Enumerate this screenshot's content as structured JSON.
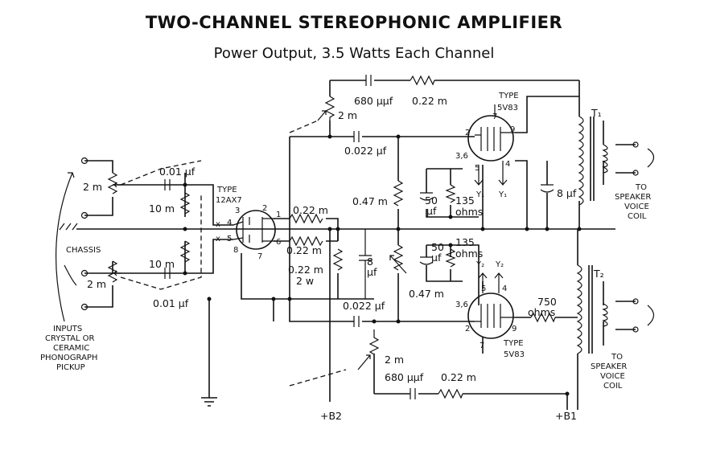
{
  "title": "TWO-CHANNEL STEREOPHONIC AMPLIFIER",
  "subtitle": "Power Output, 3.5 Watts Each Channel",
  "labels": {
    "c680_top": "680 µµf",
    "r022_top": "0.22 m",
    "pot2m_top": "2 m",
    "c0022_top": "0.022 µf",
    "type_5v83_top": "TYPE",
    "tube_5v83_top": "5V83",
    "t1": "T₁",
    "pot2m_in1": "2 m",
    "c001_1": "0.01 µf",
    "r10m_1": "10 m",
    "type_12ax7": "TYPE",
    "tube_12ax7": "12AX7",
    "r022_a": "0.22 m",
    "r022_b": "0.22 m",
    "r047_1": "0.47 m",
    "c50_1a": "50",
    "c50_1b": "µf",
    "r135_1a": "135",
    "r135_1b": "ohms",
    "c8_1": "8 µf",
    "chassis": "CHASSIS",
    "r10m_2": "10 m",
    "r022_c": "0.22 m",
    "r022_2w": "2 w",
    "c8_2a": "8",
    "c8_2b": "µf",
    "c50_2a": "50",
    "c50_2b": "µf",
    "r135_2a": "135",
    "r135_2b": "ohms",
    "pot2m_in2": "2 m",
    "c001_2": "0.01 µf",
    "r047_2": "0.47 m",
    "c0022_bot": "0.022 µf",
    "r750a": "750",
    "r750b": "ohms",
    "type_5v83_bot": "TYPE",
    "tube_5v83_bot": "5V83",
    "t2": "T₂",
    "pot2m_bot": "2 m",
    "c680_bot": "680 µµf",
    "r022_bot": "0.22 m",
    "b2": "+B2",
    "b1": "+B1",
    "spk1": [
      "TO",
      "SPEAKER",
      "VOICE",
      "COIL"
    ],
    "spk2": [
      "TO",
      "SPEAKER",
      "VOICE",
      "COIL"
    ],
    "inputs": [
      "INPUTS",
      "CRYSTAL OR",
      "CERAMIC",
      "PHONOGRAPH",
      "PICKUP"
    ],
    "pins_top": [
      "2",
      "7",
      "9",
      "3,6",
      "5",
      "4",
      "Y₁",
      "Y₁"
    ],
    "pins_bot": [
      "3,6",
      "5",
      "4",
      "Y₂",
      "Y₂",
      "2",
      "7",
      "9"
    ],
    "pins_12ax7": [
      "3",
      "2",
      "1",
      "4",
      "5",
      "6",
      "8",
      "7",
      "x",
      "x"
    ]
  }
}
